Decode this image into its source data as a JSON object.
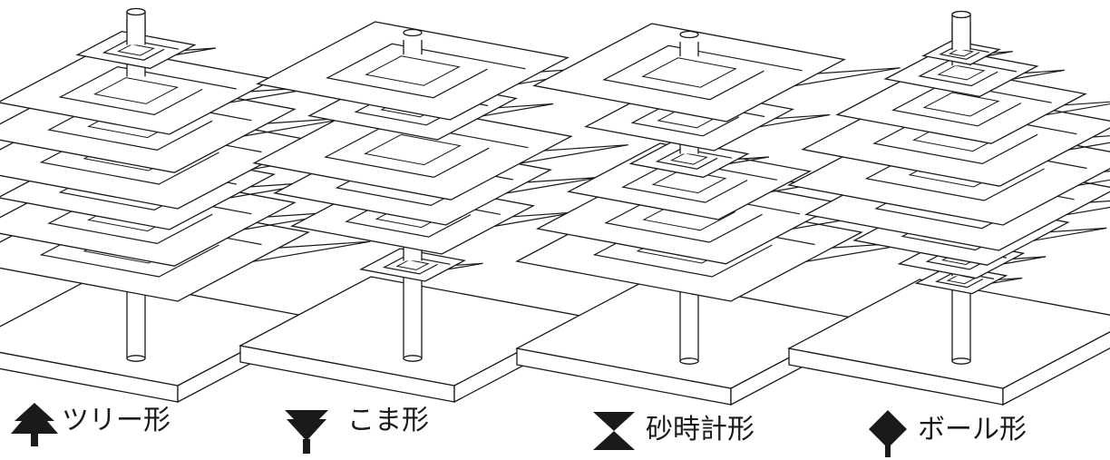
{
  "models": [
    {
      "name": "ツリー形",
      "shape": "tree",
      "icon": "tree-shape-icon"
    },
    {
      "name": "こま形",
      "shape": "top",
      "icon": "spinning-top-shape-icon"
    },
    {
      "name": "砂時計形",
      "shape": "hourglass",
      "icon": "hourglass-shape-icon"
    },
    {
      "name": "ボール形",
      "shape": "ball",
      "icon": "ball-shape-icon"
    }
  ],
  "colors": {
    "line": "#1a1a1a",
    "fill": "#ffffff"
  }
}
